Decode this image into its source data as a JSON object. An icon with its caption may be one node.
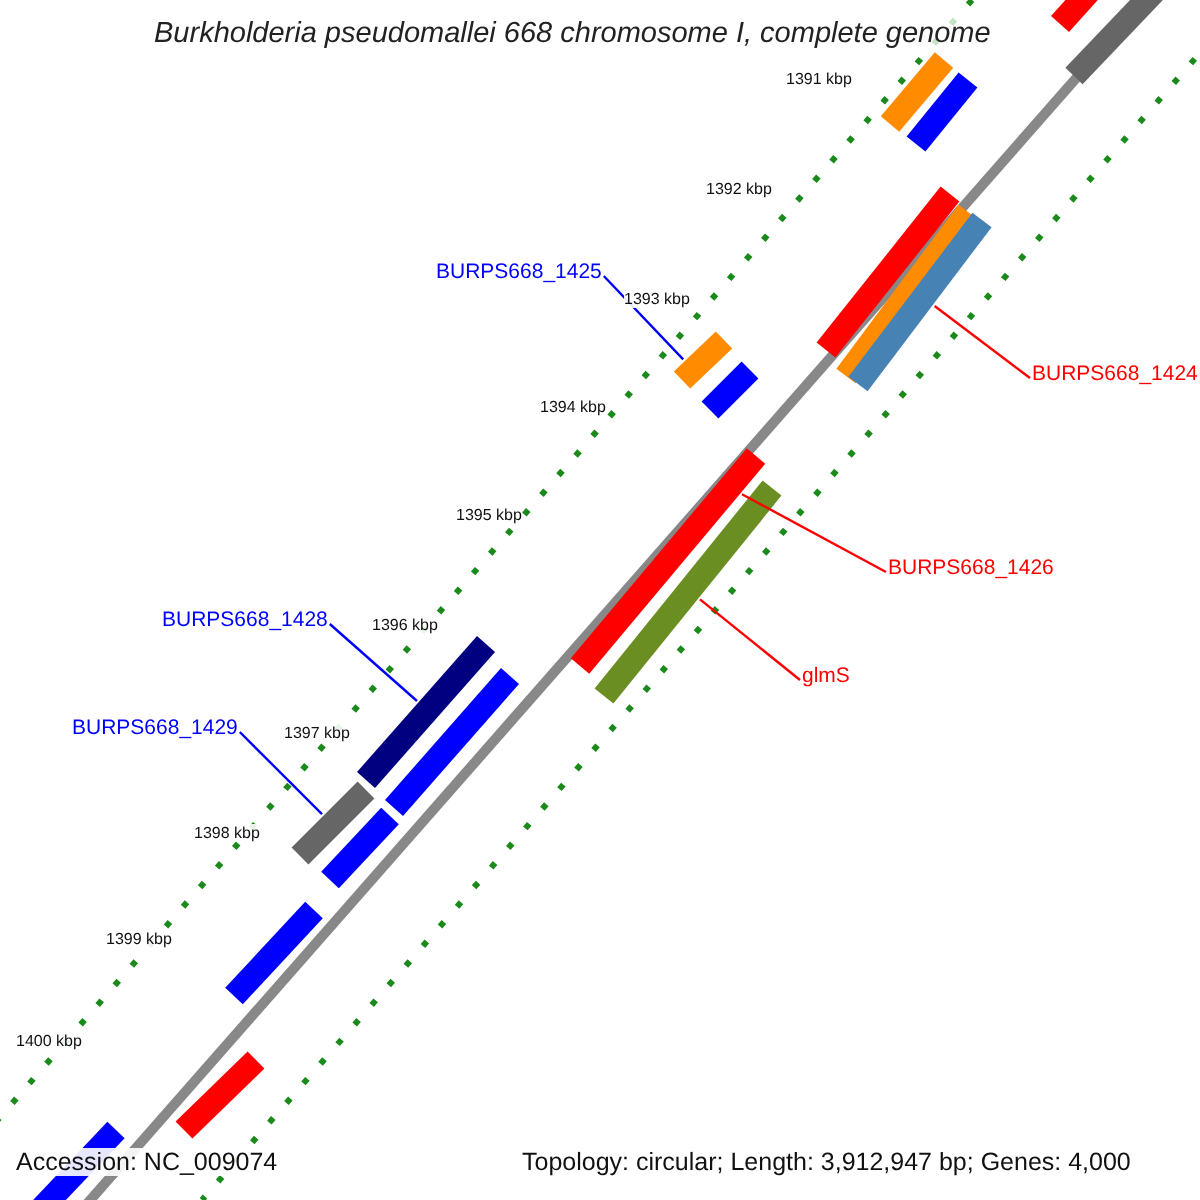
{
  "diagram": {
    "title": "Burkholderia pseudomallei 668 chromosome I, complete genome",
    "nodes": [
      {
        "text": [
          "BURPS668_1425"
        ]
      },
      {
        "text": [
          "BURPS668_1424"
        ]
      },
      {
        "text": [],
        "shape": "bar"
      },
      {
        "text": [],
        "shape": "bar"
      },
      {
        "text": [
          "BURPS668_1426"
        ]
      },
      {
        "text": [],
        "shape": "bar"
      },
      {
        "text": [
          "glmS"
        ]
      },
      {
        "text": [],
        "shape": "bar"
      },
      {
        "text": [
          "BURPS668_1428"
        ]
      },
      {
        "text": [],
        "shape": "bar"
      },
      {
        "text": [
          "BURPS668_1429"
        ]
      },
      {
        "text": [],
        "shape": "bar"
      }
    ],
    "edges": [
      {
        "from": 0,
        "to": 3,
        "arrow": "none",
        "color": "#0000ff"
      },
      {
        "from": 1,
        "to": 2,
        "arrow": "none",
        "color": "#ff0000"
      },
      {
        "from": 4,
        "to": 5,
        "arrow": "none",
        "color": "#ff0000"
      },
      {
        "from": 6,
        "to": 7,
        "arrow": "none",
        "color": "#ff0000"
      },
      {
        "from": 8,
        "to": 9,
        "arrow": "none",
        "color": "#0000ff"
      },
      {
        "from": 10,
        "to": 11,
        "arrow": "none",
        "color": "#0000ff"
      }
    ],
    "labels": [
      "1391 kbp",
      "1392 kbp",
      "1393 kbp",
      "1394 kbp",
      "1395 kbp",
      "1396 kbp",
      "1397 kbp",
      "1398 kbp",
      "1399 kbp",
      "1400 kbp",
      "Accession: NC_009074",
      "Topology: circular; Length: 3,912,947 bp; Genes: 4,000"
    ]
  }
}
